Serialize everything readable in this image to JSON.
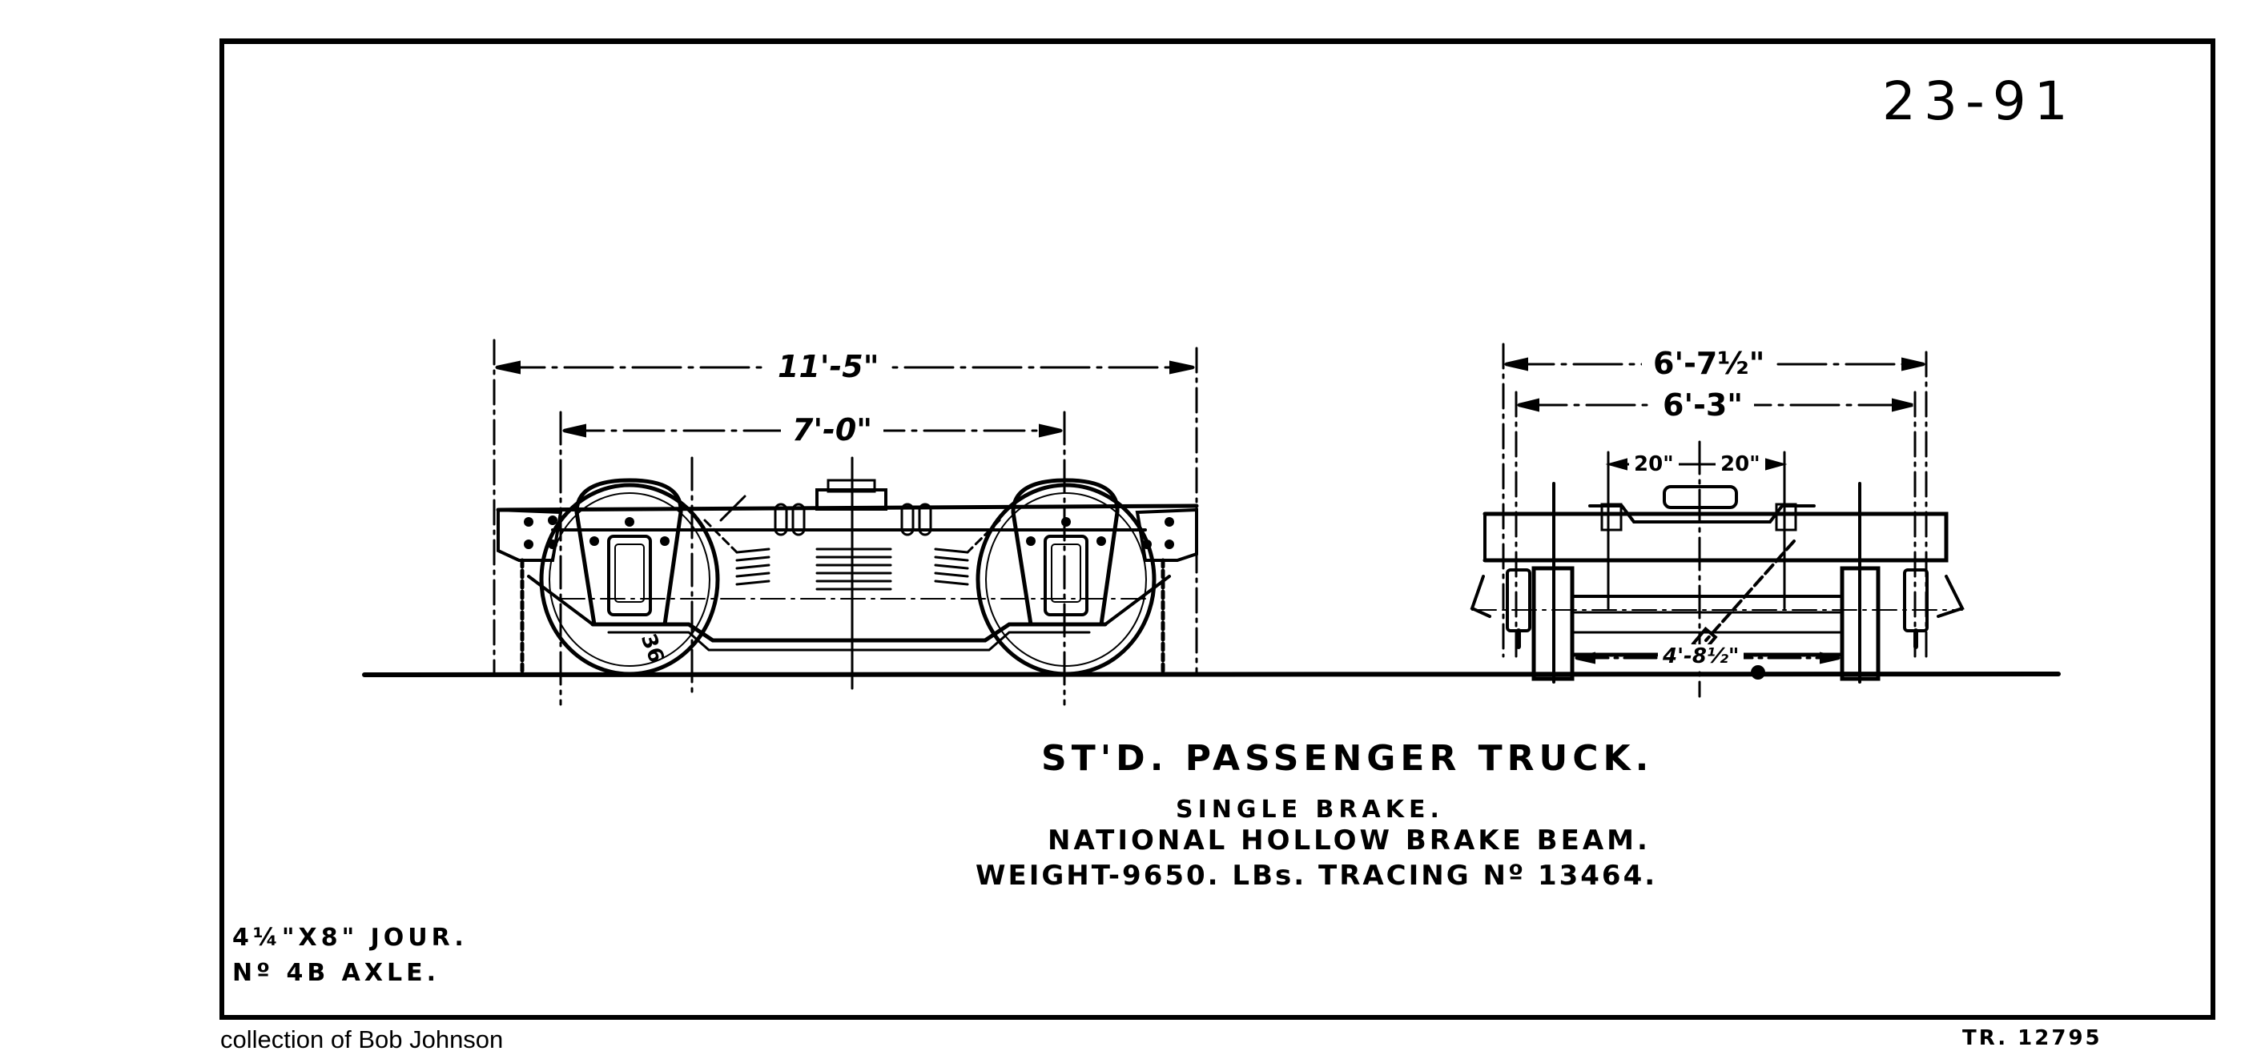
{
  "sheet": {
    "number": "23-91",
    "tracing_ref": "TR. 12795",
    "credit": "collection of Bob Johnson"
  },
  "title_block": {
    "title": "ST'D. PASSENGER TRUCK.",
    "subtitle": "SINGLE BRAKE.",
    "brake_beam": "NATIONAL HOLLOW BRAKE BEAM.",
    "weight_tracing": "WEIGHT-9650. LBs.  TRACING Nº 13464."
  },
  "notes": {
    "journal": "4¼\"X8\" JOUR.",
    "axle": "Nº 4B AXLE."
  },
  "side_view": {
    "overall_length": "11'-5\"",
    "wheelbase": "7'-0\"",
    "wheel_diameter": "36"
  },
  "end_view": {
    "overall_width": "6'-7½\"",
    "journal_centers": "6'-3\"",
    "side_bearing_left": "20\"",
    "side_bearing_right": "20\"",
    "gauge": "4'-8½\""
  },
  "colors": {
    "ink": "#000000",
    "paper": "#ffffff"
  }
}
